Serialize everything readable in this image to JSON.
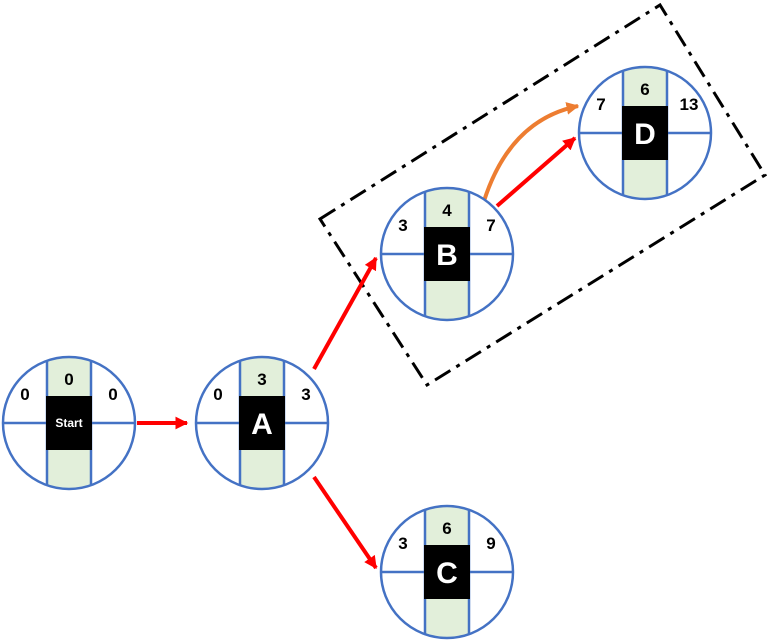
{
  "diagram": {
    "colors": {
      "node_stroke": "#4472c4",
      "slot_fill": "#e2efda",
      "label_fill": "#000000",
      "edge": "#ff0000",
      "highlight_arc": "#ed7d31",
      "group_border": "#000000"
    },
    "nodes": [
      {
        "id": "start",
        "label": "Start",
        "left": "0",
        "duration": "0",
        "right": "0"
      },
      {
        "id": "a",
        "label": "A",
        "left": "0",
        "duration": "3",
        "right": "3"
      },
      {
        "id": "b",
        "label": "B",
        "left": "3",
        "duration": "4",
        "right": "7"
      },
      {
        "id": "c",
        "label": "C",
        "left": "3",
        "duration": "6",
        "right": "9"
      },
      {
        "id": "d",
        "label": "D",
        "left": "7",
        "duration": "6",
        "right": "13"
      }
    ],
    "edges": [
      {
        "from": "Start",
        "to": "A"
      },
      {
        "from": "A",
        "to": "B"
      },
      {
        "from": "A",
        "to": "C"
      },
      {
        "from": "B",
        "to": "D"
      }
    ],
    "highlight": {
      "from": "B",
      "to": "D",
      "group": [
        "B",
        "D"
      ]
    }
  }
}
